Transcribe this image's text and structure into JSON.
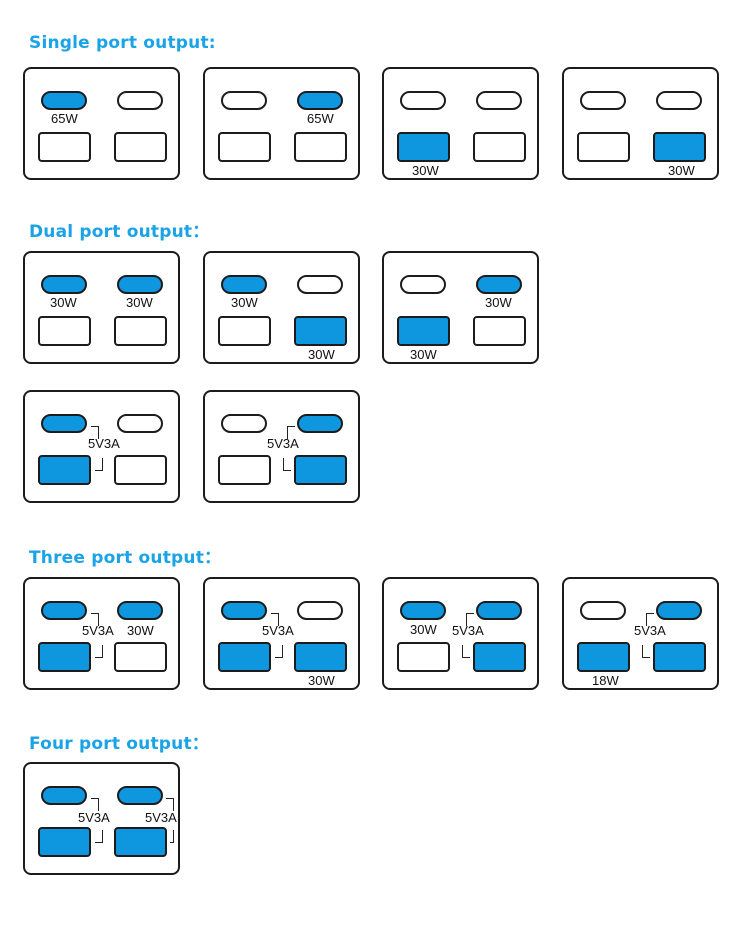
{
  "headings": {
    "single": "Single port output:",
    "dual": "Dual port output：",
    "three": "Three port output：",
    "four": "Four port output："
  },
  "labels": {
    "w65": "65W",
    "w30": "30W",
    "w18": "18W",
    "v5a3": "5V3A"
  },
  "colors": {
    "heading": "#1aa3e6",
    "active_port": "#0e96df",
    "outline": "#1c1c1c"
  }
}
